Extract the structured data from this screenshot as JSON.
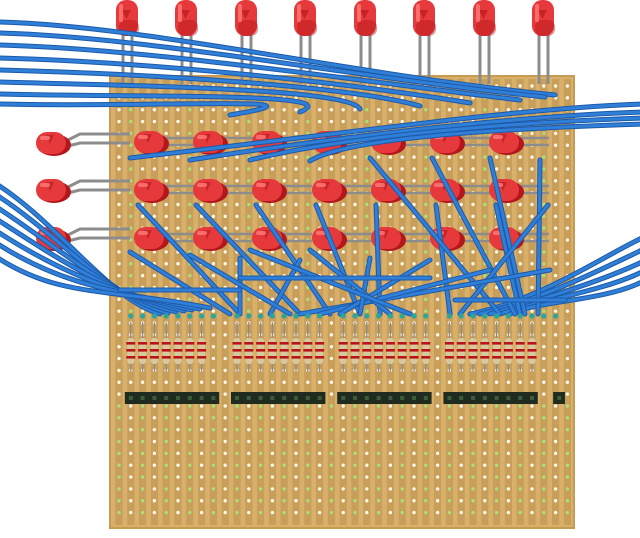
{
  "colors": {
    "board": "#d9b06a",
    "board_edge": "#c99a52",
    "strip": "#b98f4f",
    "hole": "#fff7e6",
    "hole_active": "#a8e07a",
    "led_body": "#e5393b",
    "led_highlight": "#ff7a7a",
    "led_shadow": "#b3161b",
    "lead": "#8c8c8c",
    "wire": "#2f7fd8",
    "wire_edge": "#1d5aa8",
    "resistor_band": "#b8141a",
    "header": "#1e2b1e",
    "header_pin": "#3b5b3b",
    "pad": "#2aa79b"
  },
  "icons": {
    "led": "led-icon",
    "resistor": "resistor-icon",
    "header": "pin-header-icon"
  },
  "board": {
    "columns": 39,
    "rows": 37
  },
  "leds": {
    "top_row_count": 8,
    "matrix_rows": 3,
    "matrix_cols": 7,
    "side_count": 3
  },
  "resistor_groups": [
    7,
    8,
    8,
    8
  ],
  "header_groups": [
    8,
    8,
    8,
    8,
    1
  ]
}
